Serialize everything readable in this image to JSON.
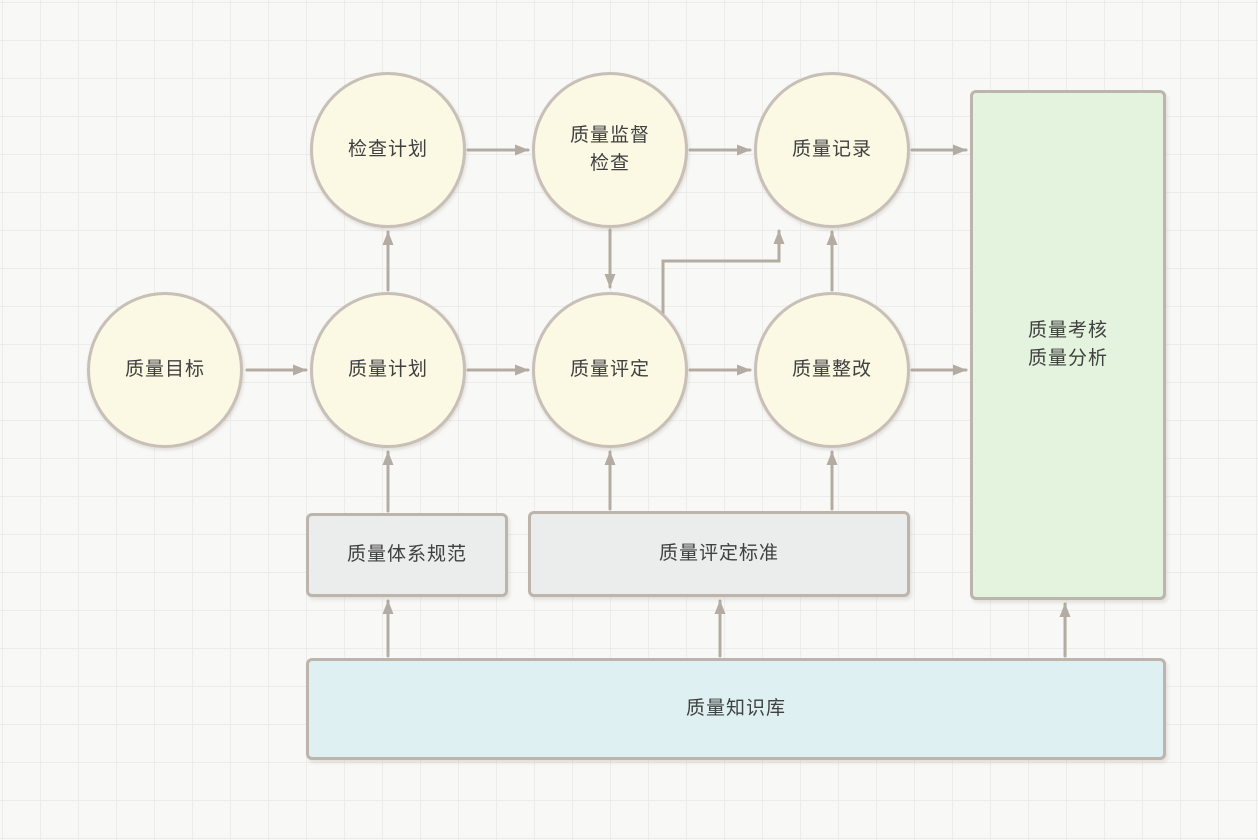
{
  "diagram": {
    "title": "quality-management-flowchart",
    "palette": {
      "background": "#f8f8f6",
      "grid_line": "#ececea",
      "circle_fill": "#fbf8e4",
      "circle_border": "#c8bfb7",
      "green_fill": "#e3f3dd",
      "gray_fill": "#ebecec",
      "cyan_fill": "#def0f1",
      "box_border": "#bdb4ac",
      "arrow_color": "#b4aba3",
      "text_color": "#404040"
    },
    "nodes": {
      "quality_goal": {
        "label": "质量目标",
        "shape": "circle"
      },
      "quality_plan": {
        "label": "质量计划",
        "shape": "circle"
      },
      "inspection_plan": {
        "label": "检查计划",
        "shape": "circle"
      },
      "supervision_inspection": {
        "label": "质量监督\n检查",
        "shape": "circle"
      },
      "quality_record": {
        "label": "质量记录",
        "shape": "circle"
      },
      "quality_assessment": {
        "label": "质量评定",
        "shape": "circle"
      },
      "quality_rectification": {
        "label": "质量整改",
        "shape": "circle"
      },
      "quality_review_analysis": {
        "label": "质量考核\n质量分析",
        "shape": "rect-green"
      },
      "quality_system_spec": {
        "label": "质量体系规范",
        "shape": "rect-gray"
      },
      "assessment_standard": {
        "label": "质量评定标准",
        "shape": "rect-gray"
      },
      "knowledge_base": {
        "label": "质量知识库",
        "shape": "rect-cyan"
      }
    },
    "edges": [
      {
        "from": "quality_goal",
        "to": "quality_plan"
      },
      {
        "from": "quality_plan",
        "to": "quality_assessment"
      },
      {
        "from": "quality_assessment",
        "to": "quality_rectification"
      },
      {
        "from": "quality_rectification",
        "to": "quality_review_analysis"
      },
      {
        "from": "quality_plan",
        "to": "inspection_plan"
      },
      {
        "from": "inspection_plan",
        "to": "supervision_inspection"
      },
      {
        "from": "supervision_inspection",
        "to": "quality_record"
      },
      {
        "from": "quality_record",
        "to": "quality_review_analysis"
      },
      {
        "from": "supervision_inspection",
        "to": "quality_assessment"
      },
      {
        "from": "quality_assessment",
        "to": "quality_record"
      },
      {
        "from": "quality_rectification",
        "to": "quality_record"
      },
      {
        "from": "quality_system_spec",
        "to": "quality_plan"
      },
      {
        "from": "assessment_standard",
        "to": "quality_assessment"
      },
      {
        "from": "assessment_standard",
        "to": "quality_rectification"
      },
      {
        "from": "knowledge_base",
        "to": "quality_system_spec"
      },
      {
        "from": "knowledge_base",
        "to": "assessment_standard"
      },
      {
        "from": "knowledge_base",
        "to": "quality_review_analysis"
      }
    ]
  }
}
